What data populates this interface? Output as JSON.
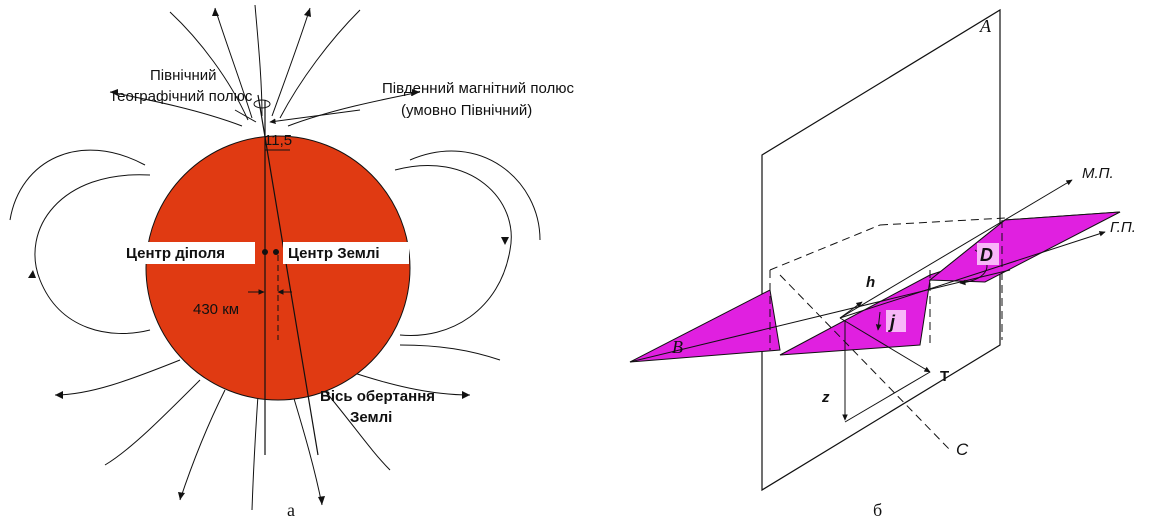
{
  "figure_a": {
    "north_geo_pole_line1": "Північний",
    "north_geo_pole_line2": "географічний полюс",
    "south_mag_pole_line1": "Південний магнітний полюс",
    "south_mag_pole_line2": "(умовно Північний)",
    "angle": "11,5",
    "dipole_center": "Центр діполя",
    "earth_center": "Центр Землі",
    "offset": "430 км",
    "axis_line1": "Вісь обертання",
    "axis_line2": "Землі",
    "caption": "а",
    "earth_color": "#e03a12"
  },
  "figure_b": {
    "plane_A": "A",
    "plane_B": "B",
    "line_MP": "М.П.",
    "line_GP": "Г.П.",
    "line_C": "C",
    "angle_D": "D",
    "angle_j": "j",
    "component_h": "h",
    "component_z": "z",
    "vector_T": "T",
    "caption": "б",
    "plane_color": "#e020e0"
  }
}
